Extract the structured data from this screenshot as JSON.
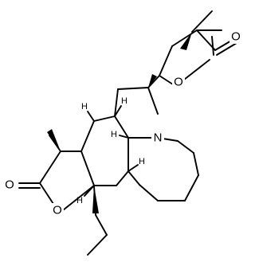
{
  "molecule": {
    "atoms": {
      "nitrogen": "N",
      "oxygen_carbonyl_lactone_top": "O",
      "oxygen_ring_lactone_top": "O",
      "oxygen_carbonyl_lactone_left": "O",
      "oxygen_ring_lactone_left": "O"
    },
    "stereo_hydrogens": [
      "H",
      "H",
      "H",
      "H",
      "H"
    ]
  }
}
